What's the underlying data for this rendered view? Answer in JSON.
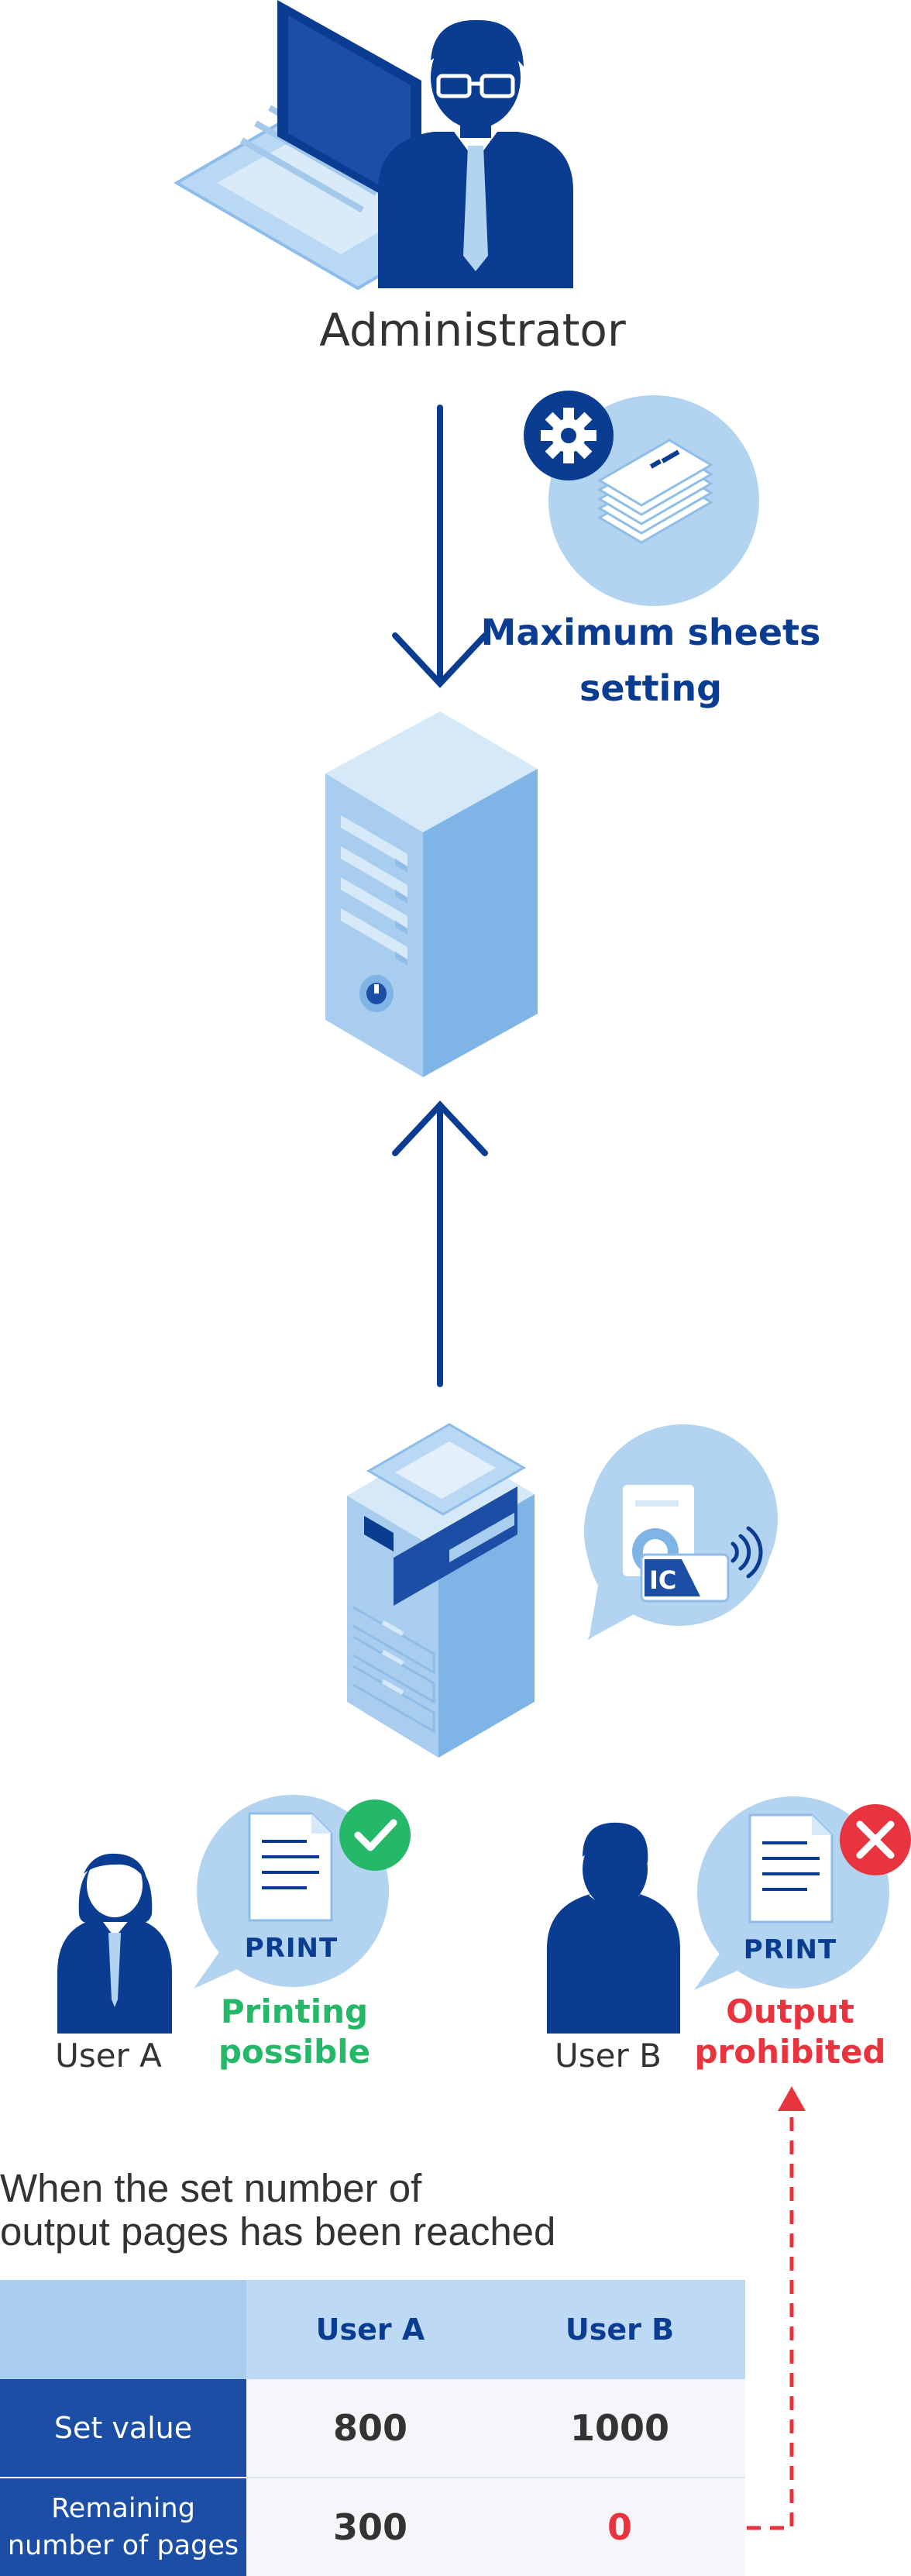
{
  "labels": {
    "administrator": "Administrator",
    "max_sheets_line1": "Maximum sheets",
    "max_sheets_line2": "setting",
    "printing_possible_line1": "Printing",
    "printing_possible_line2": "possible",
    "output_prohibited_line1": "Output",
    "output_prohibited_line2": "prohibited",
    "user_a": "User A",
    "user_b": "User B",
    "print_a": "PRINT",
    "print_b": "PRINT",
    "ic": "IC"
  },
  "table": {
    "heading_line1": "When the set number of",
    "heading_line2": "output pages has been reached",
    "columns": [
      "",
      "User A",
      "User B"
    ],
    "rows": [
      {
        "label_line1": "Set value",
        "label_line2": "",
        "user_a": "800",
        "user_b": "1000"
      },
      {
        "label_line1": "Remaining",
        "label_line2": "number of pages",
        "user_a": "300",
        "user_b": "0"
      }
    ]
  },
  "colors": {
    "navy": "#0a3d91",
    "light_blue": "#b3d4f1",
    "ok_green": "#25b869",
    "ng_red": "#e8343f"
  }
}
